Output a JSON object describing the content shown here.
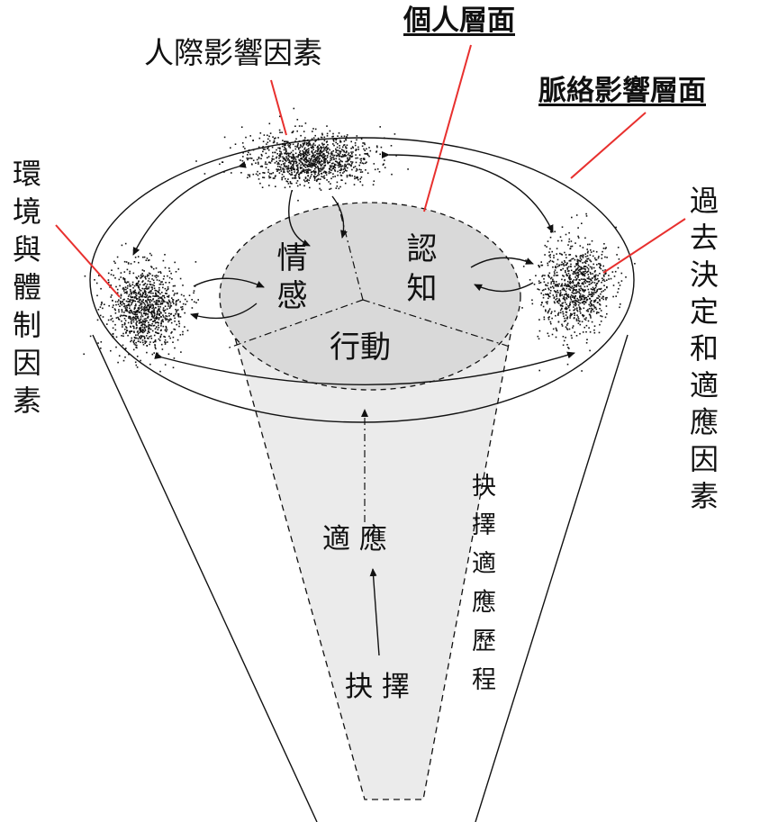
{
  "labels": {
    "personal_level": "個人層面",
    "contextual_level": "脈絡影響層面",
    "interpersonal": "人際影響因素",
    "environment_system": "環境與體制因素",
    "past_decision": "過去決定和適應因素",
    "emotion": "情感",
    "cognition": "認知",
    "behavior": "行動",
    "adaptation": "適 應",
    "choice": "抉 擇",
    "process": "抉擇適應歷程"
  },
  "colors": {
    "inner_fill": "#d9d9d9",
    "cone_fill": "#ebebeb",
    "accent_line": "#e8302e",
    "stroke": "#111111"
  }
}
